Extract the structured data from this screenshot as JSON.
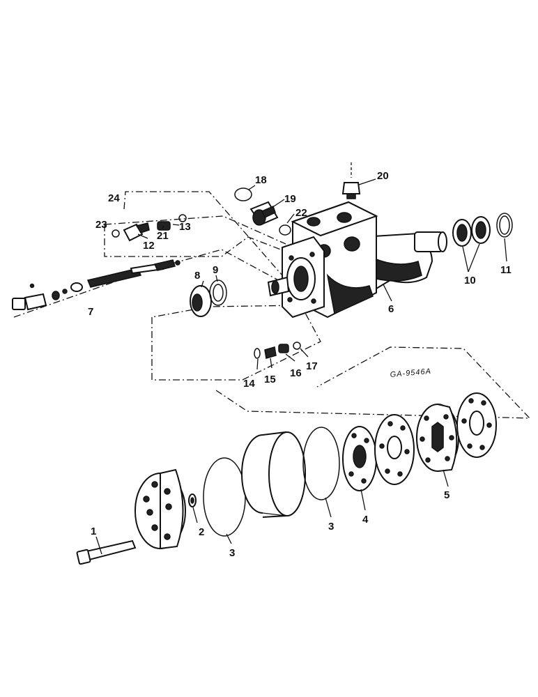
{
  "diagram": {
    "reference_code": "GA-9546A",
    "callouts": [
      "1",
      "2",
      "3",
      "3",
      "4",
      "5",
      "6",
      "7",
      "8",
      "9",
      "10",
      "11",
      "12",
      "13",
      "14",
      "15",
      "16",
      "17",
      "18",
      "19",
      "20",
      "21",
      "22",
      "23",
      "24"
    ]
  }
}
